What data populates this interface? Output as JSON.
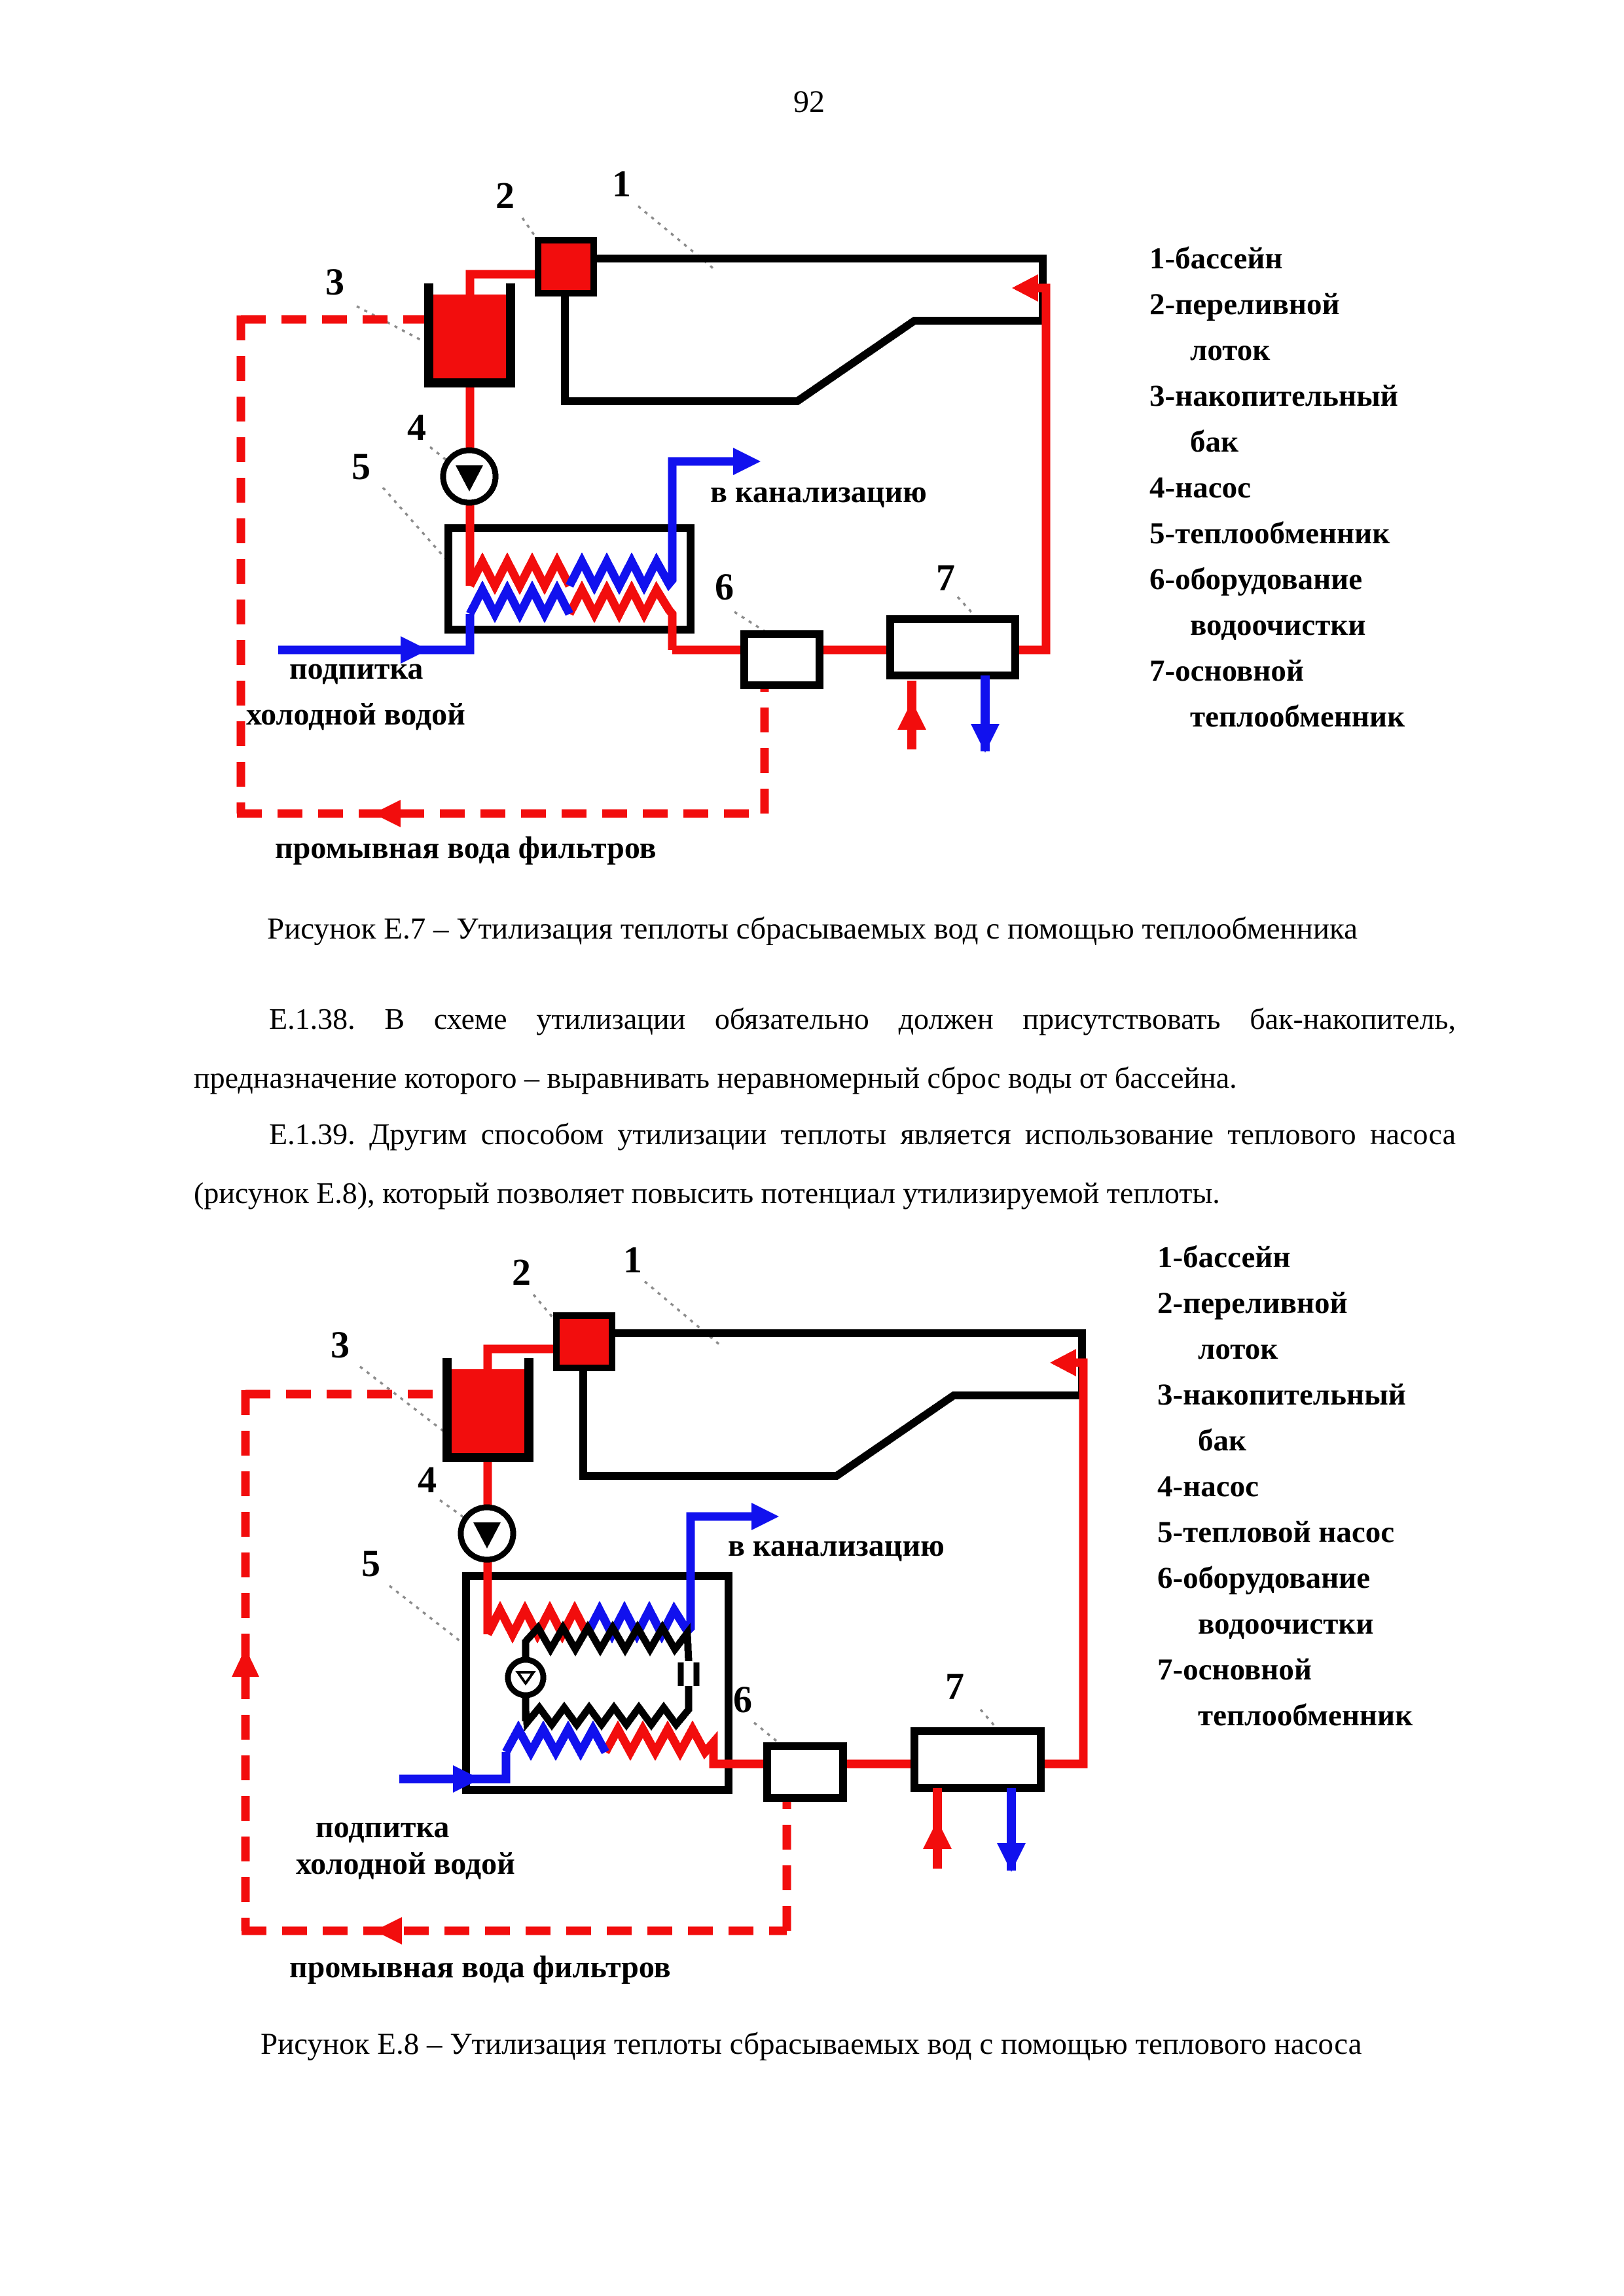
{
  "page": {
    "number": "92"
  },
  "colors": {
    "hot_pipe": "#f20d0d",
    "cold_pipe": "#1111ee",
    "outline": "#000000",
    "leader": "#8c8c8c"
  },
  "figure_e7": {
    "callouts": {
      "c1": "1",
      "c2": "2",
      "c3": "3",
      "c4": "4",
      "c5": "5",
      "c6": "6",
      "c7": "7"
    },
    "annotations": {
      "to_sewer": "в канализацию",
      "makeup_line1": "подпитка",
      "makeup_line2": "холодной водой",
      "filter_wash": "промывная вода фильтров"
    },
    "legend": [
      "1-бассейн",
      "2-переливной",
      "лоток",
      "3-накопительный",
      "бак",
      "4-насос",
      "5-теплообменник",
      "6-оборудование",
      "водоочистки",
      "7-основной",
      "теплообменник"
    ],
    "caption": "Рисунок Е.7 – Утилизация теплоты сбрасываемых вод с помощью теплообменника"
  },
  "body": {
    "p1": "Е.1.38. В схеме утилизации обязательно должен присутствовать бак-накопитель, предназначение которого – выравнивать неравномерный сброс воды от бассейна.",
    "p2": "Е.1.39. Другим способом утилизации теплоты является использование теплового насоса (рисунок Е.8), который позволяет повысить потенциал утилизируемой теплоты."
  },
  "figure_e8": {
    "callouts": {
      "c1": "1",
      "c2": "2",
      "c3": "3",
      "c4": "4",
      "c5": "5",
      "c6": "6",
      "c7": "7"
    },
    "annotations": {
      "to_sewer": "в канализацию",
      "makeup_line1": "подпитка",
      "makeup_line2": "холодной водой",
      "filter_wash": "промывная вода фильтров"
    },
    "legend": [
      "1-бассейн",
      "2-переливной",
      "лоток",
      "3-накопительный",
      "бак",
      "4-насос",
      "5-тепловой насос",
      "6-оборудование",
      "водоочистки",
      "7-основной",
      "теплообменник"
    ],
    "caption": "Рисунок Е.8 – Утилизация теплоты сбрасываемых вод с помощью теплового насоса"
  }
}
